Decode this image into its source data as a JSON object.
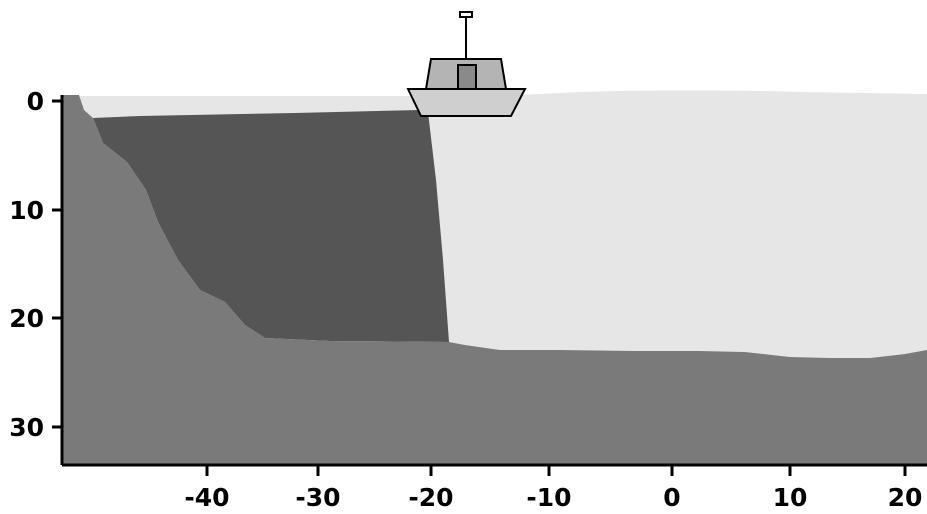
{
  "axes": {
    "y_ticks": [
      "0",
      "10",
      "20",
      "30"
    ],
    "x_ticks": [
      "-40",
      "-30",
      "-20",
      "-10",
      "0",
      "10",
      "20"
    ]
  },
  "colors": {
    "background": "#ffffff",
    "water": "#e6e6e6",
    "plume": "#555555",
    "seabed": "#7a7a7a",
    "boat_hull": "#cfcfcf",
    "boat_cabin": "#b4b4b4",
    "boat_window": "#8a8a8a",
    "outline": "#000000"
  },
  "icons": {
    "boat": "survey-boat-icon"
  }
}
